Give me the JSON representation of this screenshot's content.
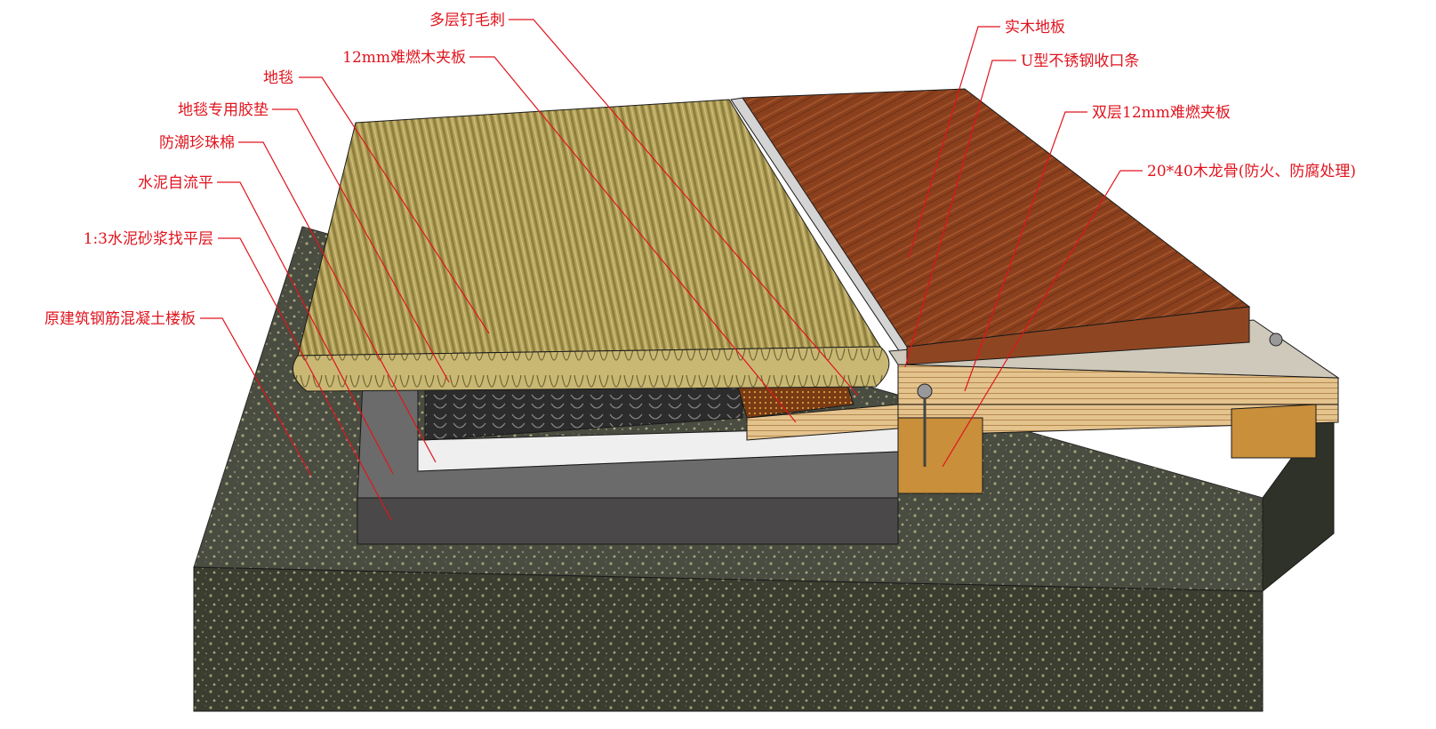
{
  "labels": {
    "multi_layer_nail": "多层钉毛刺",
    "fire_board_12mm": "12mm难燃木夹板",
    "carpet": "地毯",
    "carpet_pad": "地毯专用胶垫",
    "moisture_foam": "防潮珍珠棉",
    "self_leveling": "水泥自流平",
    "mortar_layer": "1:3水泥砂浆找平层",
    "concrete_slab": "原建筑钢筋混凝土楼板",
    "solid_wood_floor": "实木地板",
    "u_trim": "U型不锈钢收口条",
    "double_fire_board": "双层12mm难燃夹板",
    "wood_keel": "20*40木龙骨(防火、防腐处理)"
  },
  "colors": {
    "label_red": "#e0141e",
    "concrete": "#3c3f33",
    "carpet": "#b3a35c",
    "wood_floor": "#8a3f1c",
    "plywood": "#e0c08a",
    "keel": "#c98f3a",
    "steel": "#c8c8c8"
  }
}
